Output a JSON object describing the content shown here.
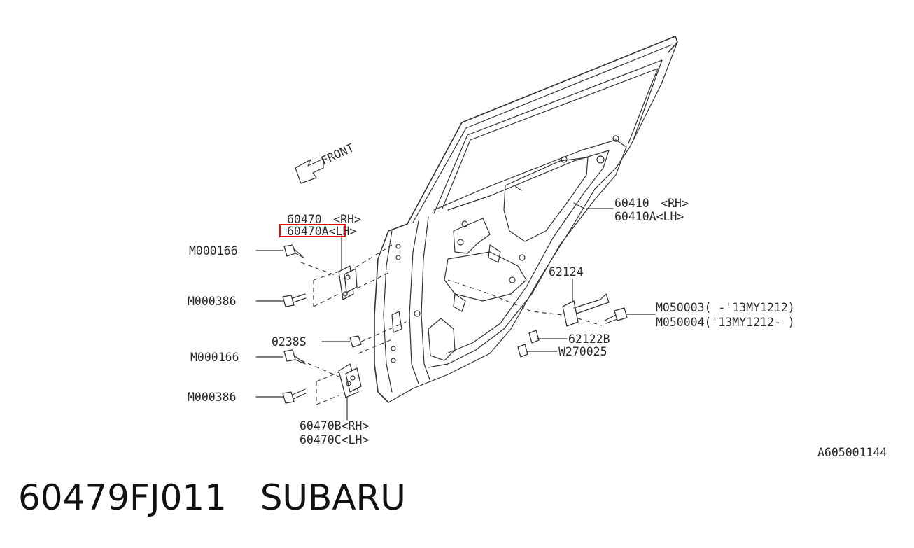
{
  "diagram": {
    "direction_label": "FRONT",
    "callouts": {
      "hinge_upper_rh": "60470　<RH>",
      "hinge_upper_lh": "60470A<LH>",
      "bolt_upper_1": "M000166",
      "bolt_upper_2": "M000386",
      "nut_0238s": "0238S",
      "bolt_lower_1": "M000166",
      "bolt_lower_2": "M000386",
      "hinge_lower_rh": "60470B<RH>",
      "hinge_lower_lh": "60470C<LH>",
      "door_panel_rh": "60410　<RH>",
      "door_panel_lh": "60410A<LH>",
      "checker": "62124",
      "checker_bolt_1": "M050003( -'13MY1212)",
      "checker_bolt_2": "M050004('13MY1212- )",
      "checker_nut": "62122B",
      "grommet": "W270025"
    },
    "figure_code": "A605001144",
    "highlighted_part": "60470A",
    "highlight_color": "#e01010"
  },
  "footer": {
    "part_number": "60479FJ011",
    "brand": "SUBARU"
  }
}
